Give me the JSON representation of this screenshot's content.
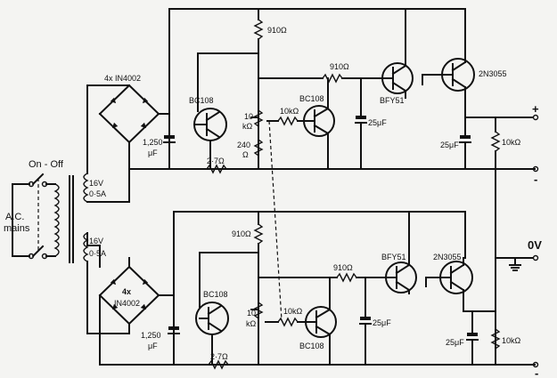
{
  "mains": {
    "label_line1": "A.C.",
    "label_line2": "mains",
    "switch_label": "On - Off"
  },
  "transformer": {
    "upper_winding": {
      "voltage": "16V",
      "current": "0·5A"
    },
    "lower_winding": {
      "voltage": "16V",
      "current": "0·5A"
    }
  },
  "upper_supply": {
    "bridge_label": "4x IN4002",
    "filter_cap": {
      "line1": "1,250",
      "line2": "μF"
    },
    "r_top": "910Ω",
    "r_series": "910Ω",
    "r_bias": "2·7Ω",
    "r_240": {
      "line1": "240",
      "line2": "Ω"
    },
    "pot": {
      "line1": "10",
      "line2": "kΩ"
    },
    "r_10k_base": "10kΩ",
    "driver1": "BC108",
    "driver2": "BC108",
    "cap_25": "25μF",
    "bfy": "BFY51",
    "power": "2N3055",
    "out_cap": "25μF",
    "load_r": "10kΩ"
  },
  "lower_supply": {
    "bridge_label_1": "4x",
    "bridge_label_2": "IN4002",
    "filter_cap": {
      "line1": "1,250",
      "line2": "μF"
    },
    "r_top": "910Ω",
    "r_series": "910Ω",
    "r_bias": "2·7Ω",
    "pot": {
      "line1": "10",
      "line2": "kΩ"
    },
    "r_10k_base": "10kΩ",
    "driver1": "BC108",
    "driver2": "BC108",
    "cap_25": "25μF",
    "bfy": "BFY51",
    "power": "2N3055",
    "out_cap": "25μF",
    "load_r": "10kΩ"
  },
  "terminals": {
    "plus": "+",
    "minus_top": "-",
    "zero": "0V",
    "minus_bottom": "-"
  }
}
